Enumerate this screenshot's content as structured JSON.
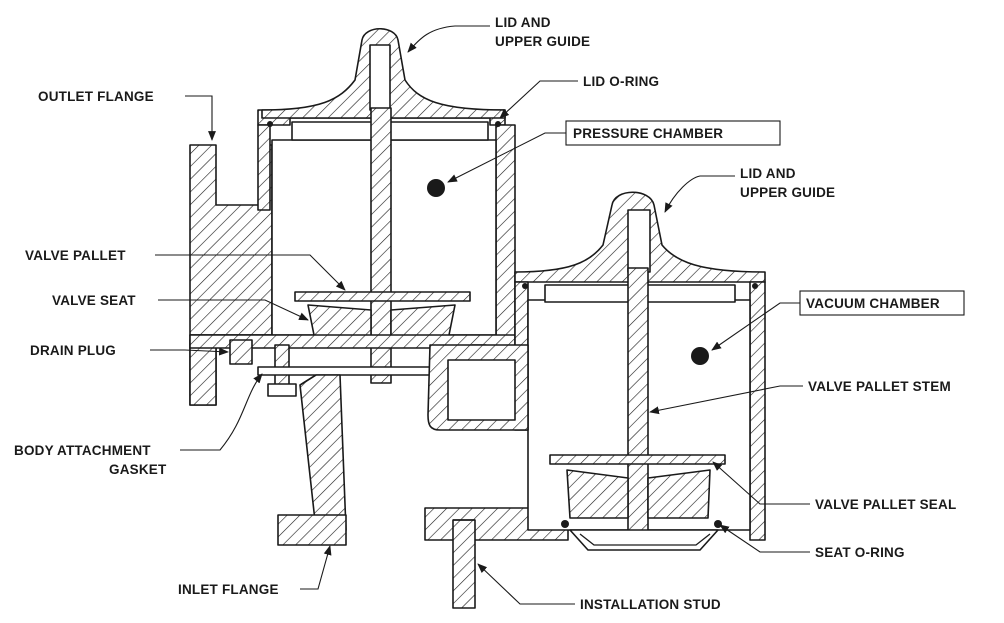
{
  "labels": {
    "lid_upper_guide_1_line1": "LID AND",
    "lid_upper_guide_1_line2": "UPPER GUIDE",
    "lid_oring": "LID O-RING",
    "outlet_flange": "OUTLET FLANGE",
    "pressure_chamber": "PRESSURE CHAMBER",
    "lid_upper_guide_2_line1": "LID AND",
    "lid_upper_guide_2_line2": "UPPER GUIDE",
    "valve_pallet": "VALVE PALLET",
    "valve_seat": "VALVE SEAT",
    "vacuum_chamber": "VACUUM CHAMBER",
    "drain_plug": "DRAIN PLUG",
    "valve_pallet_stem": "VALVE PALLET STEM",
    "body_attachment_gasket_line1": "BODY ATTACHMENT",
    "body_attachment_gasket_line2": "GASKET",
    "valve_pallet_seal": "VALVE PALLET SEAL",
    "seat_oring": "SEAT O-RING",
    "inlet_flange": "INLET FLANGE",
    "installation_stud": "INSTALLATION STUD"
  }
}
